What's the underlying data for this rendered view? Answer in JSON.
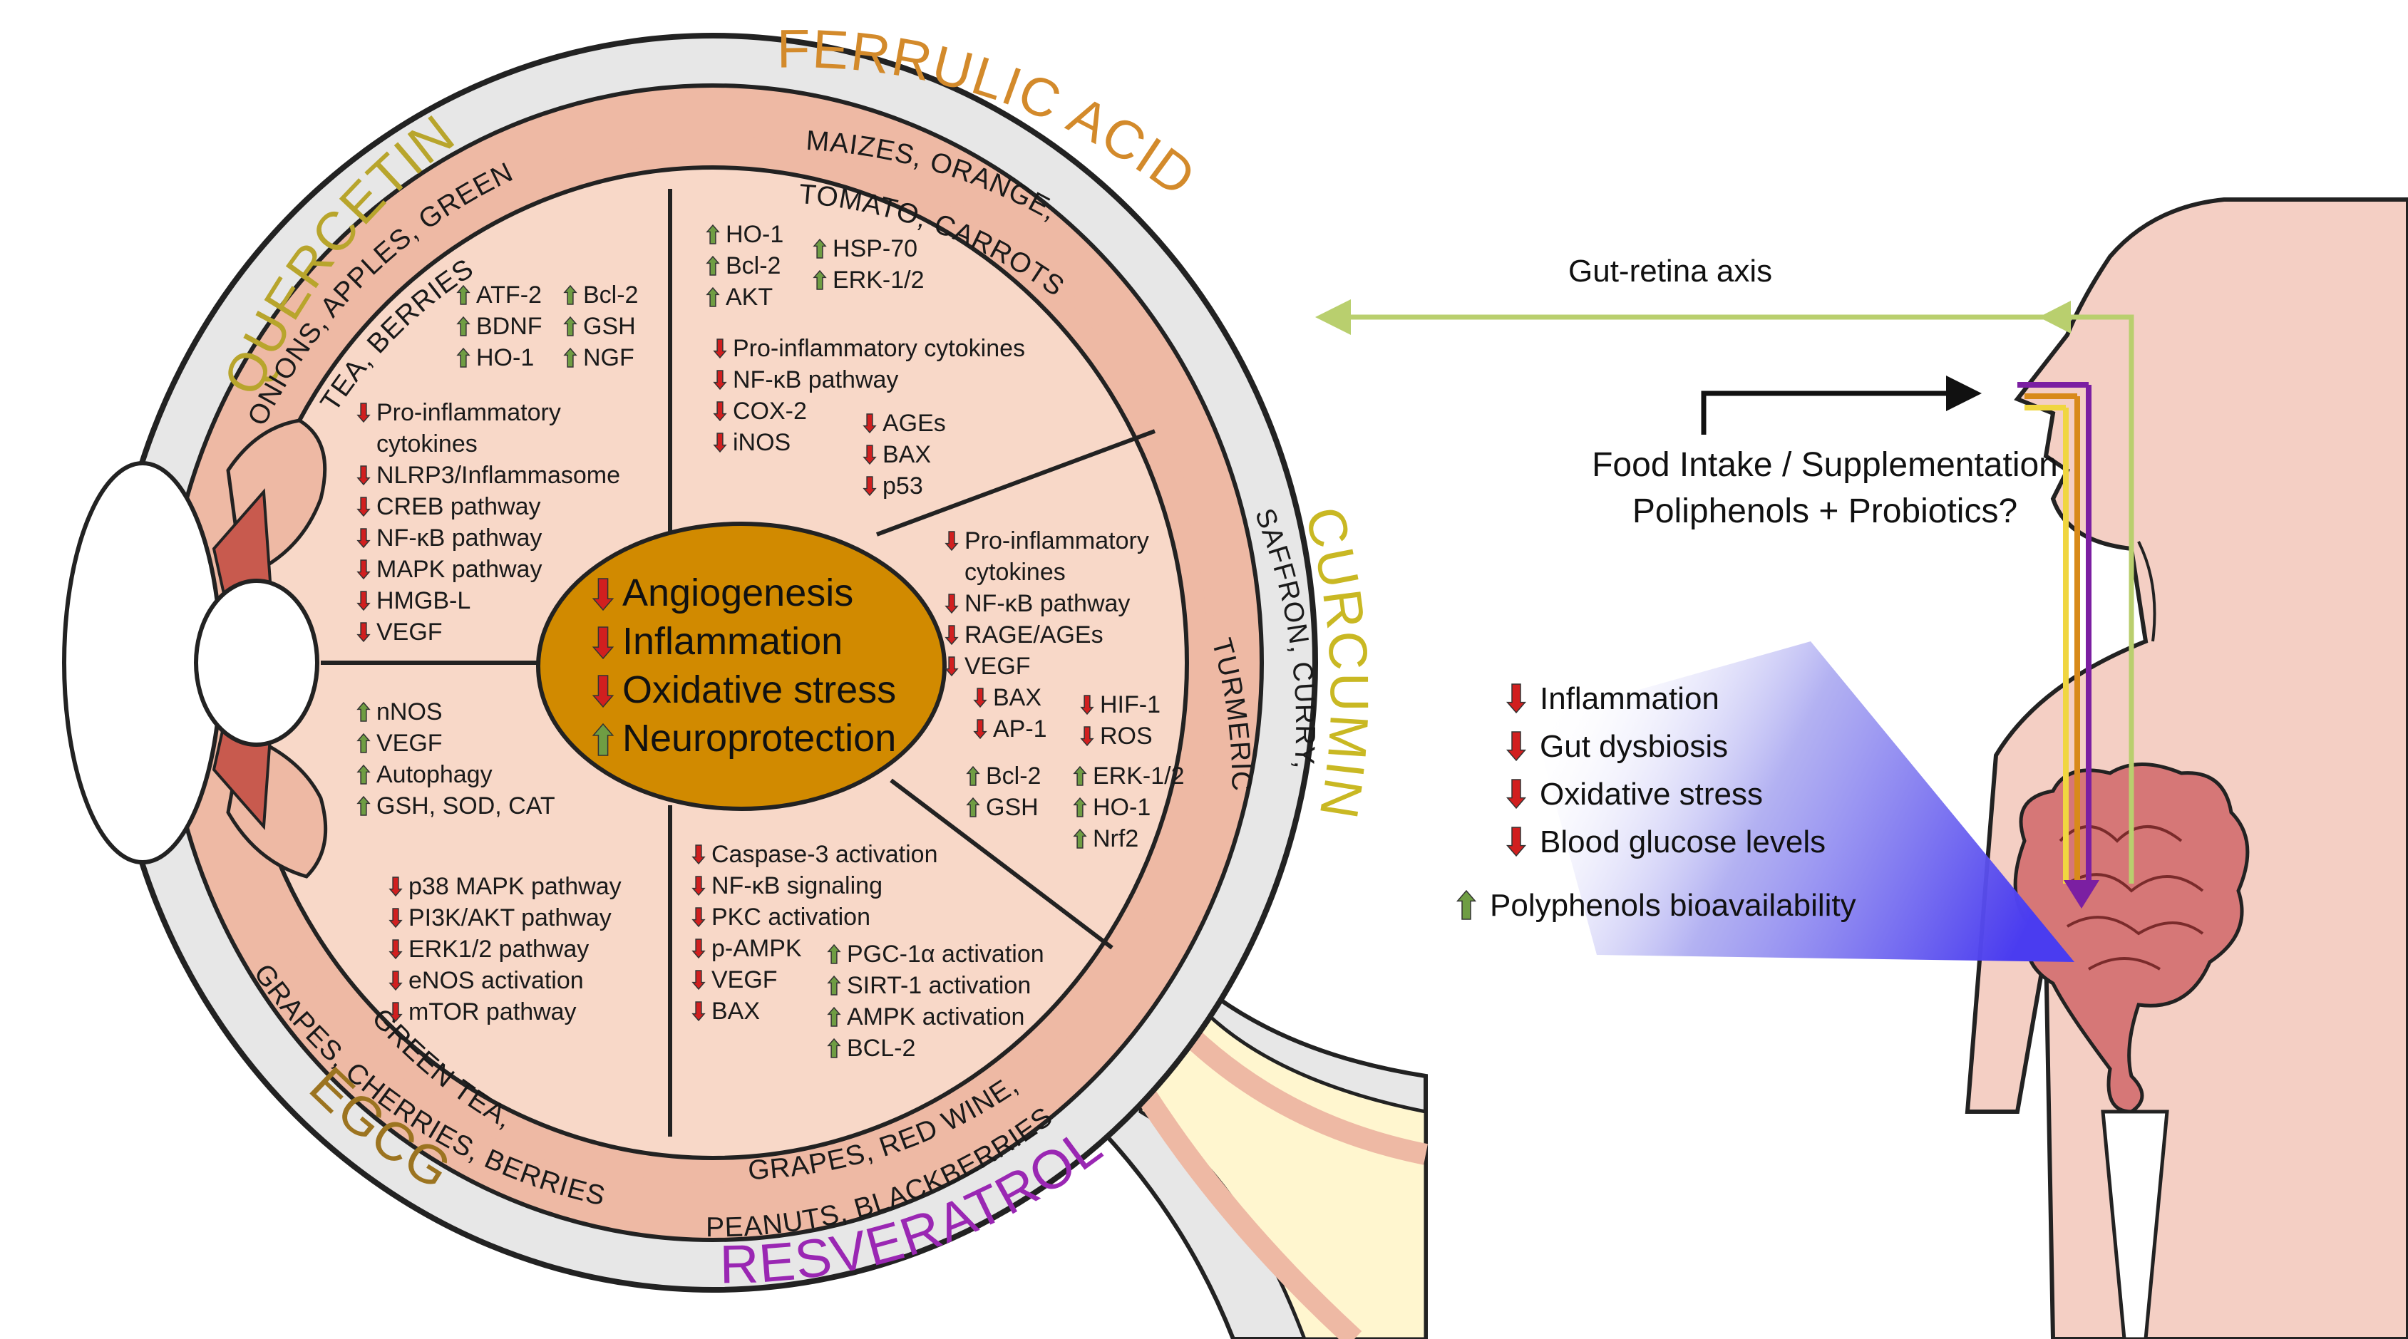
{
  "colors": {
    "outer_ring": "#e7e7e7",
    "skin": "#eeb9a4",
    "panel": "#f8d8c8",
    "center": "#d18a00",
    "down_arrow": "#d11f1f",
    "up_arrow": "#6f9d43",
    "quercetin": "#b8a52c",
    "ferulic": "#d38a2b",
    "curcumin": "#c9b823",
    "egcg": "#9c7420",
    "resveratrol": "#9a27b3",
    "gut_arrow": "#b9cf6e",
    "body": "#f4cfc4",
    "intestine": "#d67777"
  },
  "titles": {
    "quercetin": "QUERCETIN",
    "ferulic": "FERRULIC ACID",
    "curcumin": "CURCUMIN",
    "egcg": "EGCG",
    "resveratrol": "RESVERATROL"
  },
  "sources": {
    "quercetin_1": "ONIONS, APPLES, GREEN",
    "quercetin_2": "TEA, BERRIES",
    "ferulic_1": "MAIZES, ORANGE,",
    "ferulic_2": "TOMATO, CARROTS",
    "curcumin_1": "SAFFRON, CURRY,",
    "curcumin_2": "TURMERIC",
    "egcg_1": "GREEN TEA,",
    "egcg_2": "GRAPES, CHERRIES, BERRIES",
    "resveratrol_1": "GRAPES, RED WINE,",
    "resveratrol_2": "PEANUTS, BLACKBERRIES"
  },
  "center": {
    "l1": "Angiogenesis",
    "l2": "Inflammation",
    "l3": "Oxidative stress",
    "l4": "Neuroprotection"
  },
  "quercetin_up_a": [
    "ATF-2",
    "BDNF",
    "HO-1"
  ],
  "quercetin_up_b": [
    "Bcl-2",
    "GSH",
    "NGF"
  ],
  "quercetin_down": [
    "Pro-inflammatory",
    "cytokines",
    "NLRP3/Inflammasome",
    "CREB pathway",
    "NF-κB pathway",
    "MAPK pathway",
    "HMGB-L",
    "VEGF"
  ],
  "ferulic_up_a": [
    "HO-1",
    "Bcl-2",
    "AKT"
  ],
  "ferulic_up_b": [
    "HSP-70",
    "ERK-1/2"
  ],
  "ferulic_down_a": [
    "Pro-inflammatory cytokines",
    "NF-κB pathway",
    "COX-2",
    "iNOS"
  ],
  "ferulic_down_b": [
    "AGEs",
    "BAX",
    "p53"
  ],
  "curcumin_down_a": [
    "Pro-inflammatory",
    "cytokines",
    "NF-κB pathway",
    "RAGE/AGEs",
    "VEGF"
  ],
  "curcumin_down_b": [
    "BAX",
    "AP-1"
  ],
  "curcumin_down_c": [
    "HIF-1",
    "ROS"
  ],
  "curcumin_up_a": [
    "Bcl-2",
    "GSH"
  ],
  "curcumin_up_b": [
    "ERK-1/2",
    "HO-1",
    "Nrf2"
  ],
  "egcg_up": [
    "nNOS",
    "VEGF",
    "Autophagy",
    "GSH, SOD, CAT"
  ],
  "egcg_down": [
    "p38 MAPK pathway",
    "PI3K/AKT pathway",
    "ERK1/2 pathway",
    "eNOS activation",
    "mTOR pathway"
  ],
  "resveratrol_down_a": [
    "Caspase-3 activation",
    "NF-κB signaling",
    "PKC activation",
    "p-AMPK",
    "VEGF",
    "BAX"
  ],
  "resveratrol_up": [
    "PGC-1α activation",
    "SIRT-1 activation",
    "AMPK activation",
    "BCL-2"
  ],
  "gut_axis": "Gut-retina axis",
  "food": {
    "l1": "Food Intake / Supplementation",
    "l2": "Poliphenols + Probiotics?"
  },
  "gut_effects": {
    "d1": "Inflammation",
    "d2": "Gut dysbiosis",
    "d3": "Oxidative stress",
    "d4": "Blood glucose levels",
    "u1": "Polyphenols bioavailability"
  }
}
